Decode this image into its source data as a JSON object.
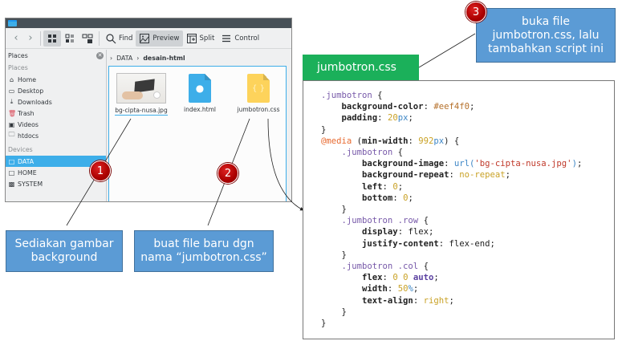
{
  "file_manager": {
    "toolbar": {
      "back": "back",
      "forward": "forward",
      "view_modes": [
        "icons-view",
        "compact-view",
        "details-view"
      ],
      "find_label": "Find",
      "preview_label": "Preview",
      "split_label": "Split",
      "control_label": "Control"
    },
    "places_panel": {
      "header": "Places",
      "section_places": "Places",
      "places": [
        {
          "label": "Home",
          "icon": "home-icon"
        },
        {
          "label": "Desktop",
          "icon": "desktop-icon"
        },
        {
          "label": "Downloads",
          "icon": "download-icon"
        },
        {
          "label": "Trash",
          "icon": "trash-icon"
        },
        {
          "label": "Videos",
          "icon": "video-icon"
        },
        {
          "label": "htdocs",
          "icon": "folder-icon"
        }
      ],
      "section_devices": "Devices",
      "devices": [
        {
          "label": "DATA",
          "selected": true
        },
        {
          "label": "HOME",
          "selected": false
        },
        {
          "label": "SYSTEM",
          "selected": false
        }
      ]
    },
    "breadcrumb": [
      "DATA",
      "desain-html"
    ],
    "files": [
      {
        "name": "bg-cipta-nusa.jpg",
        "type": "image",
        "selected": true
      },
      {
        "name": "index.html",
        "type": "html"
      },
      {
        "name": "jumbotron.css",
        "type": "css"
      }
    ]
  },
  "callouts": [
    {
      "number": "1",
      "text": "Sediakan gambar\nbackground"
    },
    {
      "number": "2",
      "text": "buat file baru dgn\nnama “jumbotron.css”"
    },
    {
      "number": "3",
      "text": "buka file\njumbotron.css, lalu\ntambahkan script ini"
    }
  ],
  "code_panel": {
    "filename": "jumbotron.css",
    "lines": [
      ".jumbotron {",
      "    background-color: #eef4f0;",
      "    padding: 20px;",
      "}",
      "@media (min-width: 992px) {",
      "    .jumbotron {",
      "        background-image: url('bg-cipta-nusa.jpg');",
      "        background-repeat: no-repeat;",
      "        left: 0;",
      "        bottom: 0;",
      "    }",
      "    .jumbotron .row {",
      "        display: flex;",
      "        justify-content: flex-end;",
      "    }",
      "    .jumbotron .col {",
      "        flex: 0 0 auto;",
      "        width: 50%;",
      "        text-align: right;",
      "    }",
      "}"
    ]
  },
  "colors": {
    "selection": "#3daee9",
    "callout_box": "#5b9bd5",
    "badge": "#a00000",
    "file_tag": "#1bb05a"
  }
}
